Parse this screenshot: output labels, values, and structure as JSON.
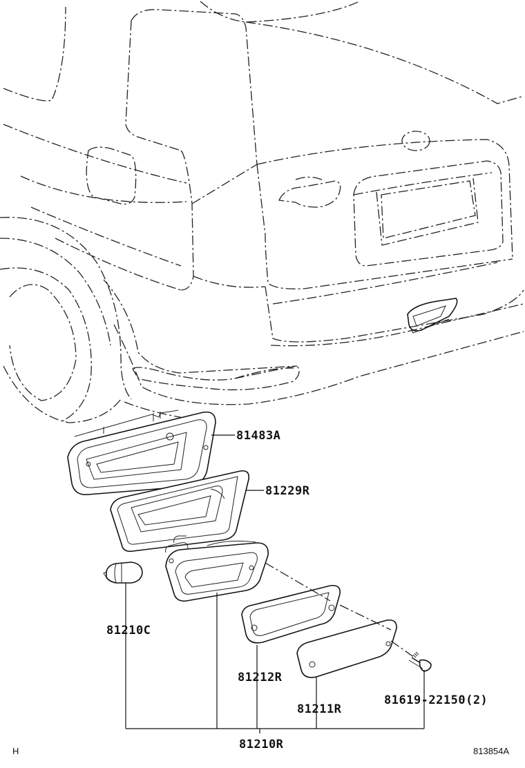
{
  "diagram": {
    "part_labels": [
      {
        "id": "p81483A",
        "text": "81483A"
      },
      {
        "id": "p81229R",
        "text": "81229R"
      },
      {
        "id": "p81210C",
        "text": "81210C"
      },
      {
        "id": "p81212R",
        "text": "81212R"
      },
      {
        "id": "p81211R",
        "text": "81211R"
      },
      {
        "id": "p81619",
        "text": "81619-22150(2)"
      },
      {
        "id": "p81210R",
        "text": "81210R"
      }
    ],
    "corner_left": "H",
    "drawing_number": "813854A"
  }
}
